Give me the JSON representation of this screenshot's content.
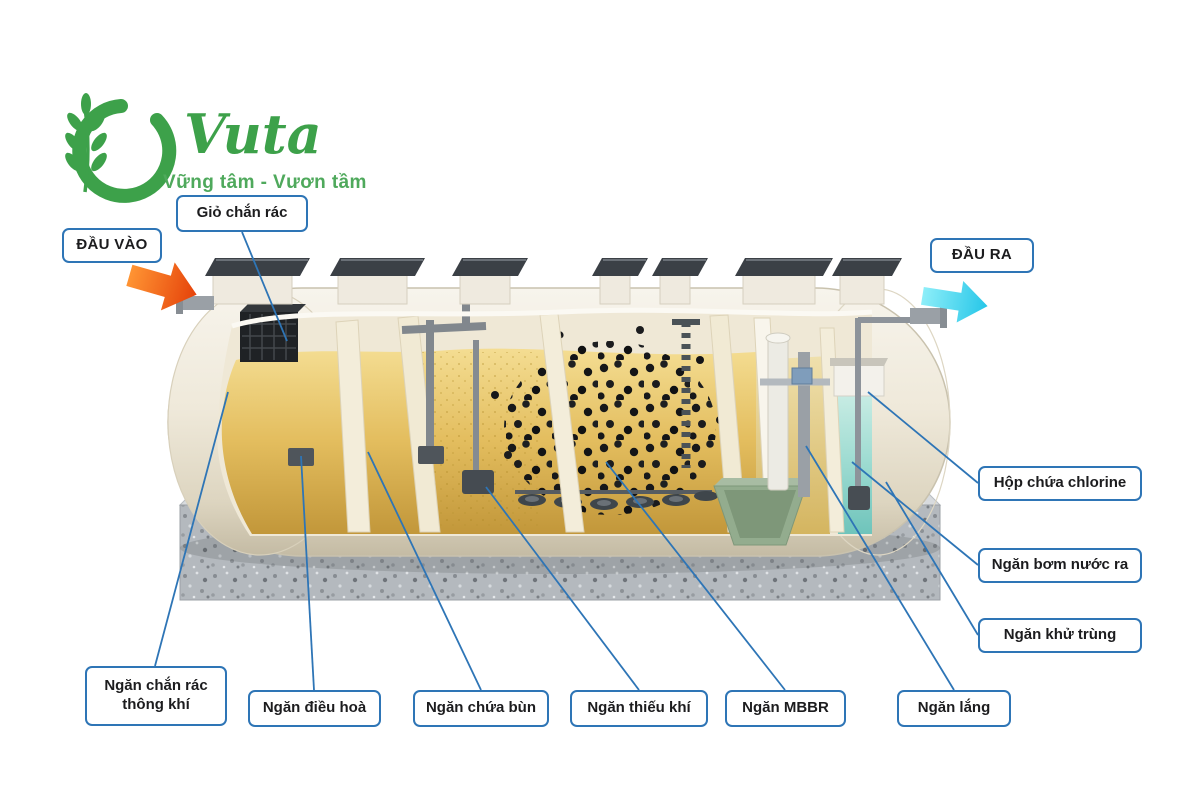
{
  "logo": {
    "name": "Vuta",
    "tagline": "Vững tâm - Vươn tầm"
  },
  "flow_labels": {
    "inlet": "ĐẦU VÀO",
    "outlet": "ĐẦU RA"
  },
  "callouts": {
    "basket": "Giỏ chắn rác",
    "chlorine_box": "Hộp chứa chlorine",
    "pump_out": "Ngăn bơm nước ra",
    "disinfection": "Ngăn khử trùng",
    "screen_vent": "Ngăn chắn rác thông khí",
    "equalization": "Ngăn điều hoà",
    "sludge": "Ngăn chứa bùn",
    "anoxic": "Ngăn thiếu khí",
    "mbbr": "Ngăn MBBR",
    "settling": "Ngăn lắng"
  },
  "colors": {
    "accent_blue": "#2e75b6",
    "inlet_orange": "#ee5a13",
    "outlet_cyan": "#3fd4f0",
    "brand_green": "#3da14a",
    "tank_liquid": "#e3bd5e"
  }
}
